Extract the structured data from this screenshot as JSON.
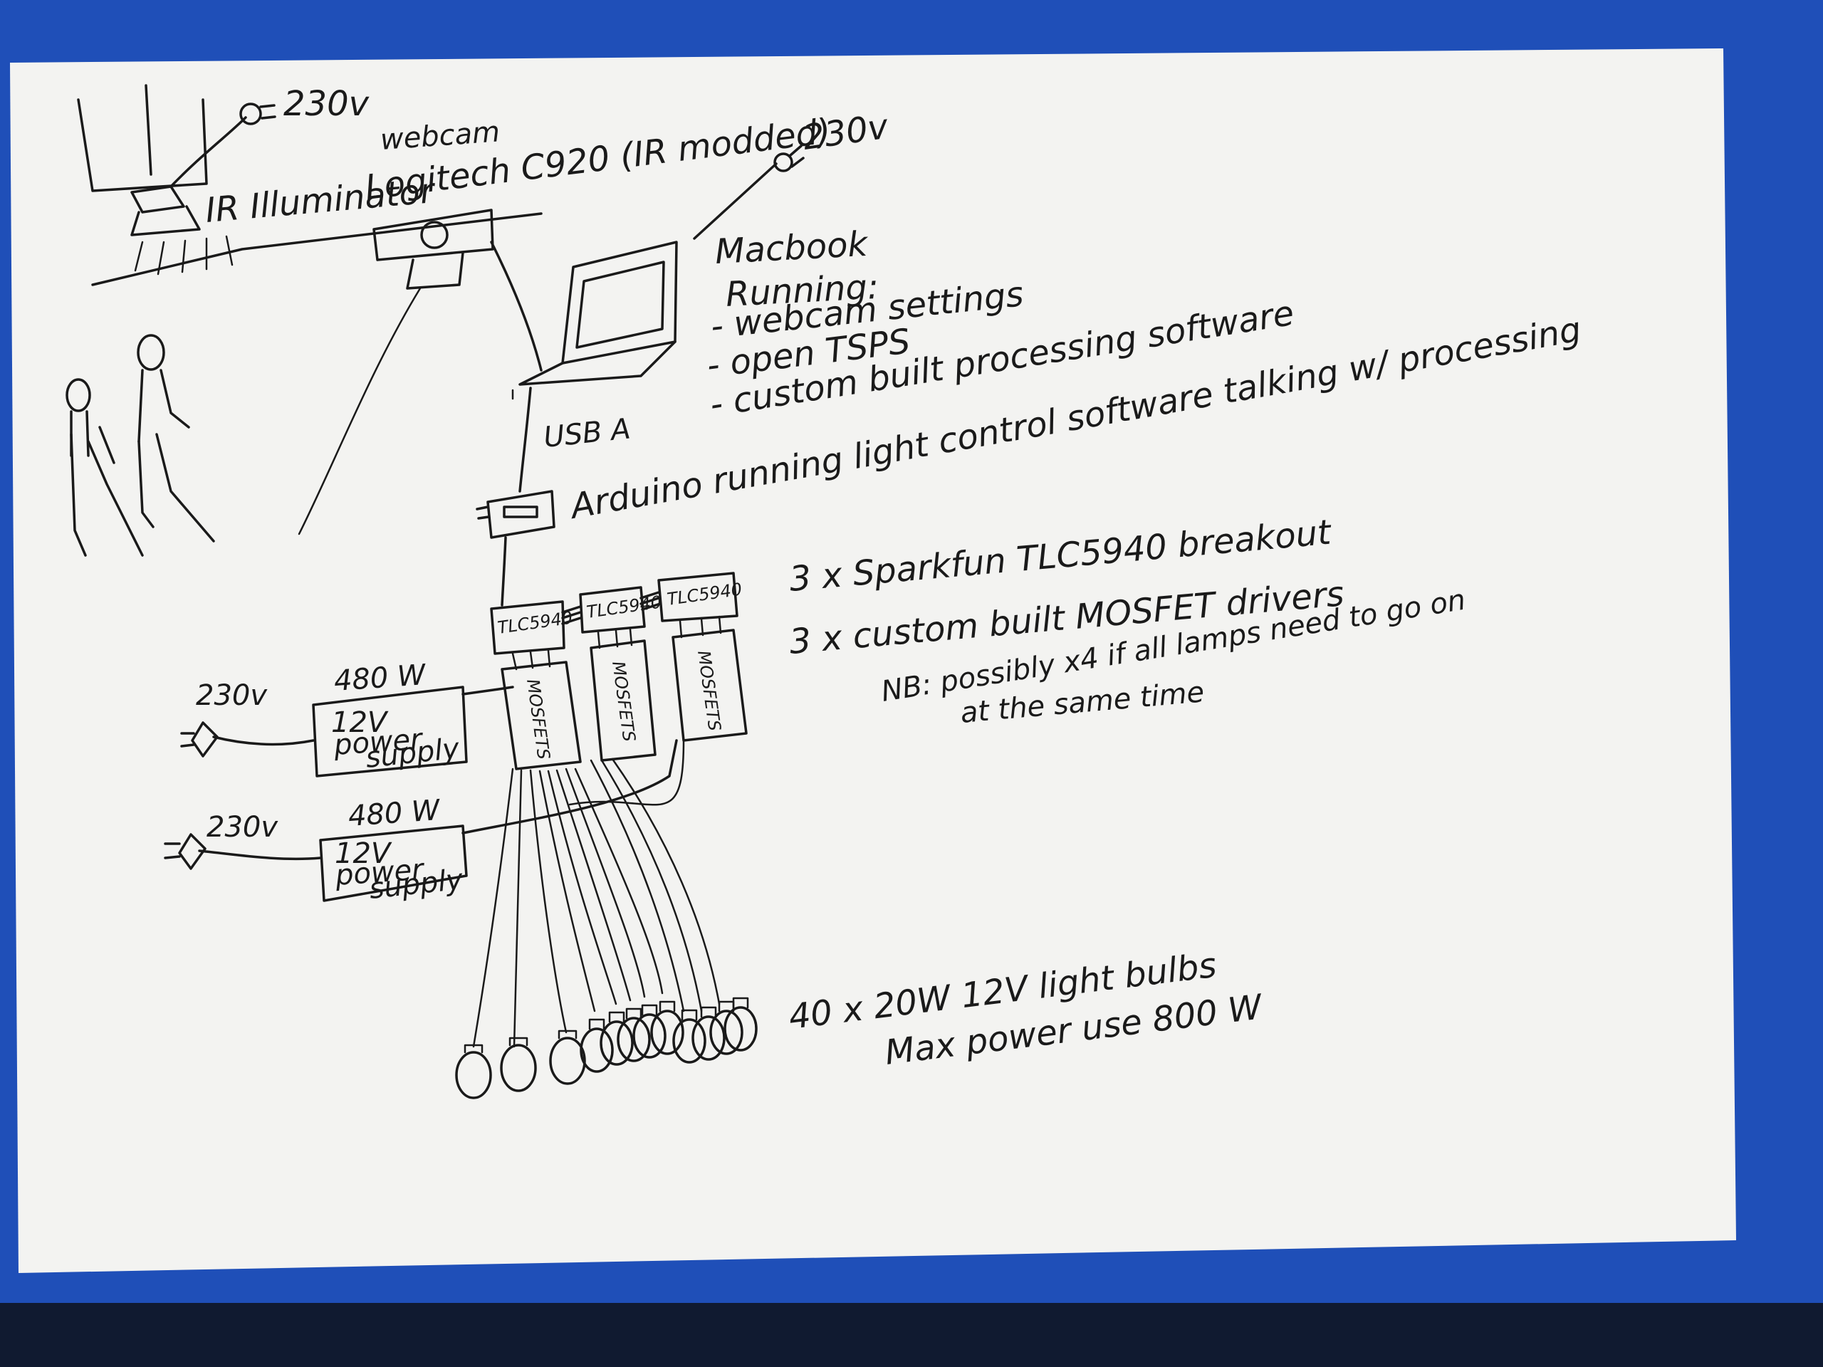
{
  "colors": {
    "background": "#1f4fb8",
    "paper": "#f3f3f1",
    "ink": "#1a1a1a"
  },
  "labels": {
    "ir_plug_voltage": "230v",
    "ir_illuminator": "IR Illuminator",
    "webcam": "webcam",
    "webcam_model": "Logitech C920 (IR modded)",
    "laptop_plug_voltage": "230v",
    "macbook_title": "Macbook",
    "macbook_running": "Running:",
    "macbook_items": [
      "- webcam settings",
      "- open TSPS",
      "- custom built processing software"
    ],
    "usb": "USB A",
    "arduino": "Arduino running light control software talking w/ processing",
    "tlc_note": "3 x Sparkfun TLC5940 breakout",
    "mosfet_note": "3 x custom built MOSFET drivers",
    "nb_line1": "NB: possibly x4 if all lamps need to go on",
    "nb_line2": "at the same time",
    "chip_labels": [
      "TLC5940",
      "TLC5940",
      "TLC5940"
    ],
    "mosfet_labels": [
      "MOSFETS",
      "MOSFETS",
      "MOSFETS"
    ],
    "psu1_voltage": "230v",
    "psu1_watts": "480 W",
    "psu1_line1": "12V",
    "psu1_line2": "power",
    "psu1_line3": "supply",
    "psu2_voltage": "230v",
    "psu2_watts": "480 W",
    "psu2_line1": "12V",
    "psu2_line2": "power",
    "psu2_line3": "supply",
    "bulbs_note": "40 x 20W 12V light bulbs",
    "power_note": "Max power use 800 W"
  }
}
